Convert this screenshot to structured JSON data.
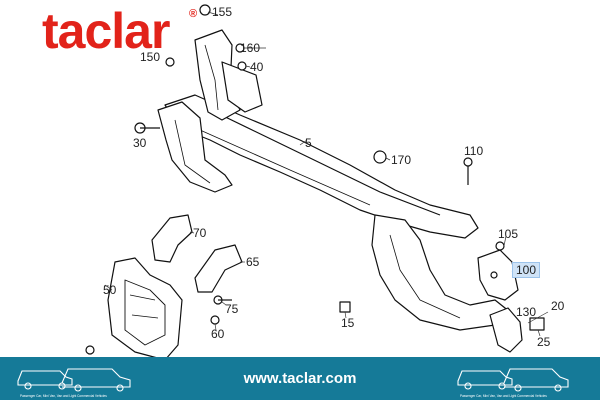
{
  "brand": {
    "name": "taclar",
    "registered_mark": "®",
    "color": "#e2231a"
  },
  "footer": {
    "url": "www.taclar.com",
    "bg_color": "#157a98",
    "van_caption": "Passenger Car, Mini Van, Van and Light Commercial Vehicles"
  },
  "diagram": {
    "callouts": [
      "155",
      "160",
      "40",
      "150",
      "5",
      "30",
      "170",
      "110",
      "70",
      "65",
      "105",
      "100",
      "50",
      "75",
      "15",
      "60",
      "130",
      "20",
      "25"
    ],
    "highlighted": "100",
    "highlight_color": "#cfe3f7"
  }
}
